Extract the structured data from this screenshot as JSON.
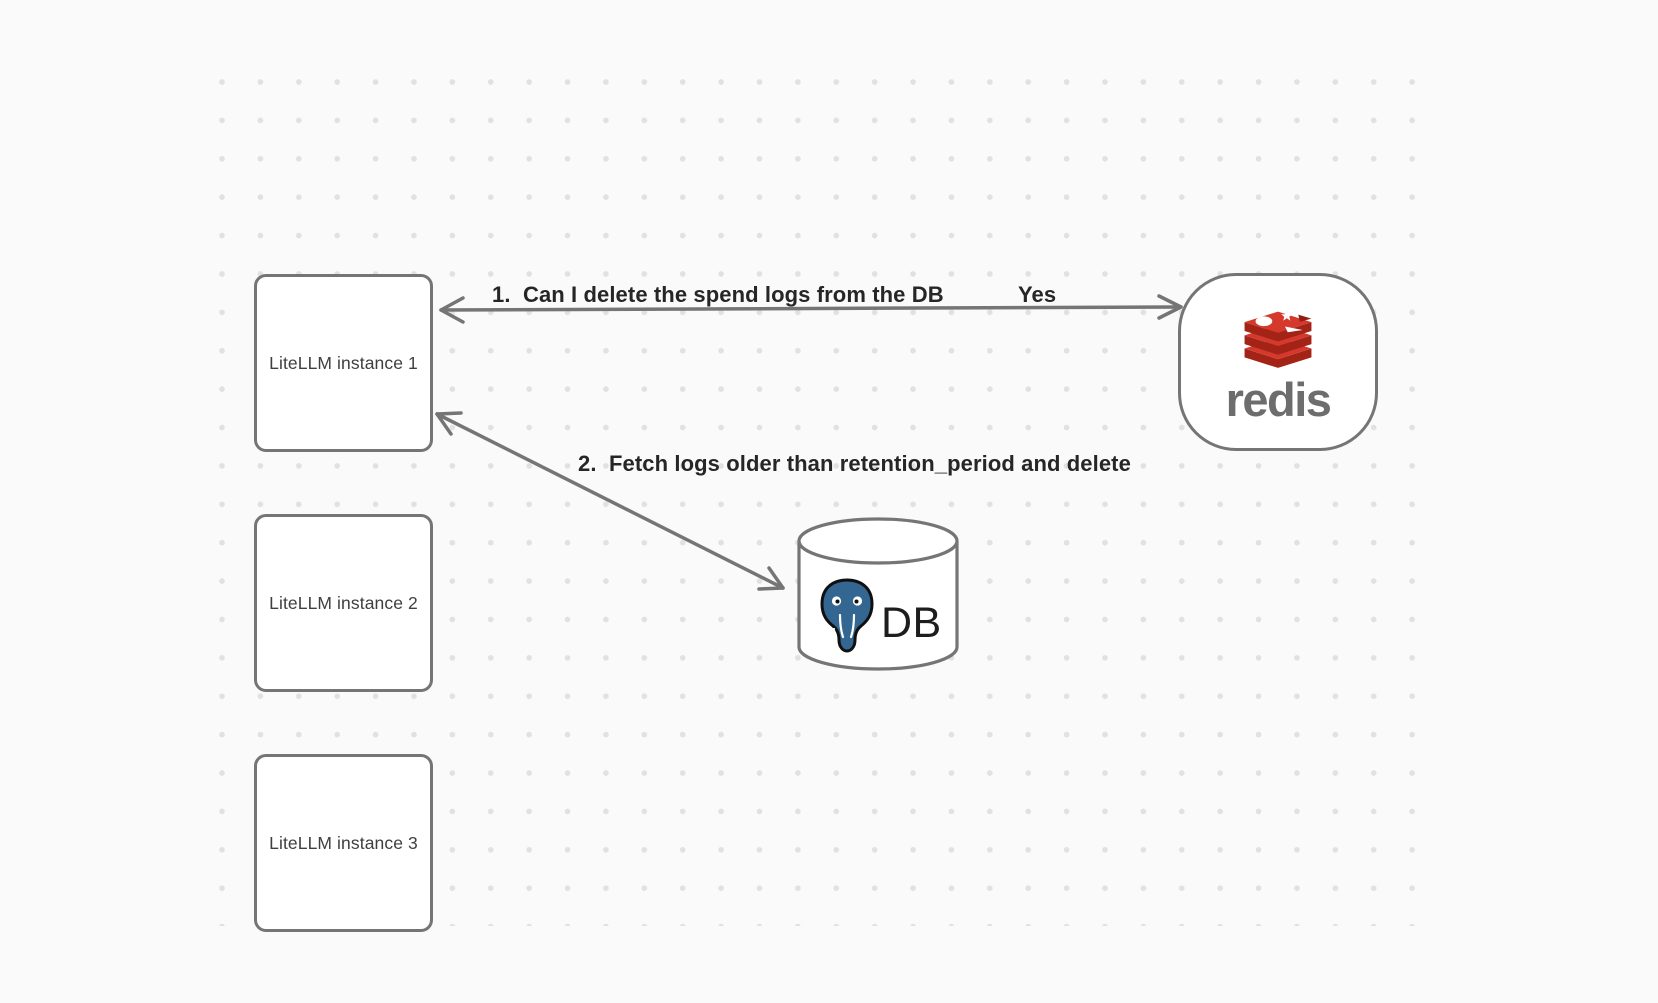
{
  "canvas": {
    "background": "#fafafa",
    "dot_color": "#e3e1df"
  },
  "nodes": {
    "instances": [
      {
        "label": "LiteLLM instance 1"
      },
      {
        "label": "LiteLLM instance 2"
      },
      {
        "label": "LiteLLM instance 3"
      }
    ],
    "redis": {
      "label": "redis",
      "brand_red": "#d4392c",
      "brand_red_dark": "#a32317",
      "wordmark_color": "#6d6d6d"
    },
    "database": {
      "label": "DB",
      "postgres_blue": "#336791"
    }
  },
  "arrows": [
    {
      "label": "1.  Can I delete the spend logs from the DB",
      "answer": "Yes",
      "from": "LiteLLM instance 1",
      "to": "redis",
      "double_headed": true
    },
    {
      "label": "2.  Fetch logs older than retention_period and delete",
      "from": "LiteLLM instance 1",
      "to": "DB",
      "double_headed": true
    }
  ],
  "colors": {
    "shape_stroke": "#757575",
    "label_text": "#262626",
    "box_label_text": "#3f3f3f"
  }
}
